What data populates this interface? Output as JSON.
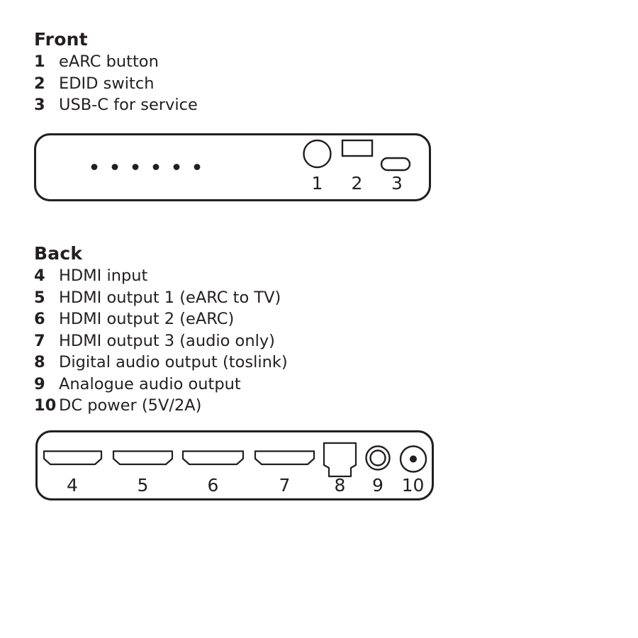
{
  "colors": {
    "ink": "#231f20",
    "background": "#ffffff"
  },
  "front": {
    "heading": "Front",
    "items": [
      {
        "num": "1",
        "label": "eARC button"
      },
      {
        "num": "2",
        "label": "EDID switch"
      },
      {
        "num": "3",
        "label": "USB-C for service"
      }
    ],
    "panel": {
      "led_count": 6,
      "port_labels": [
        "1",
        "2",
        "3"
      ]
    }
  },
  "back": {
    "heading": "Back",
    "items": [
      {
        "num": "4",
        "label": "HDMI input"
      },
      {
        "num": "5",
        "label": "HDMI output 1 (eARC to TV)"
      },
      {
        "num": "6",
        "label": "HDMI output 2 (eARC)"
      },
      {
        "num": "7",
        "label": "HDMI output 3 (audio only)"
      },
      {
        "num": "8",
        "label": "Digital audio output (toslink)"
      },
      {
        "num": "9",
        "label": "Analogue audio output"
      },
      {
        "num": "10",
        "label": "DC power (5V/2A)"
      }
    ],
    "panel": {
      "port_labels": [
        "4",
        "5",
        "6",
        "7",
        "8",
        "9",
        "10"
      ]
    }
  }
}
